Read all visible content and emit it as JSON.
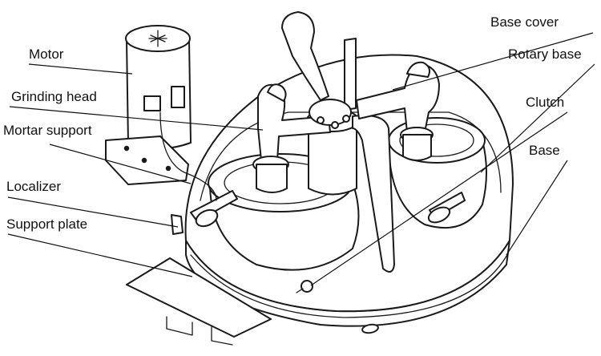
{
  "labels": {
    "motor": "Motor",
    "grinding_head": "Grinding head",
    "mortar_support": "Mortar support",
    "localizer": "Localizer",
    "support_plate": "Support plate",
    "base_cover": "Base cover",
    "rotary_base": "Rotary base",
    "clutch": "Clutch",
    "base": "Base"
  }
}
